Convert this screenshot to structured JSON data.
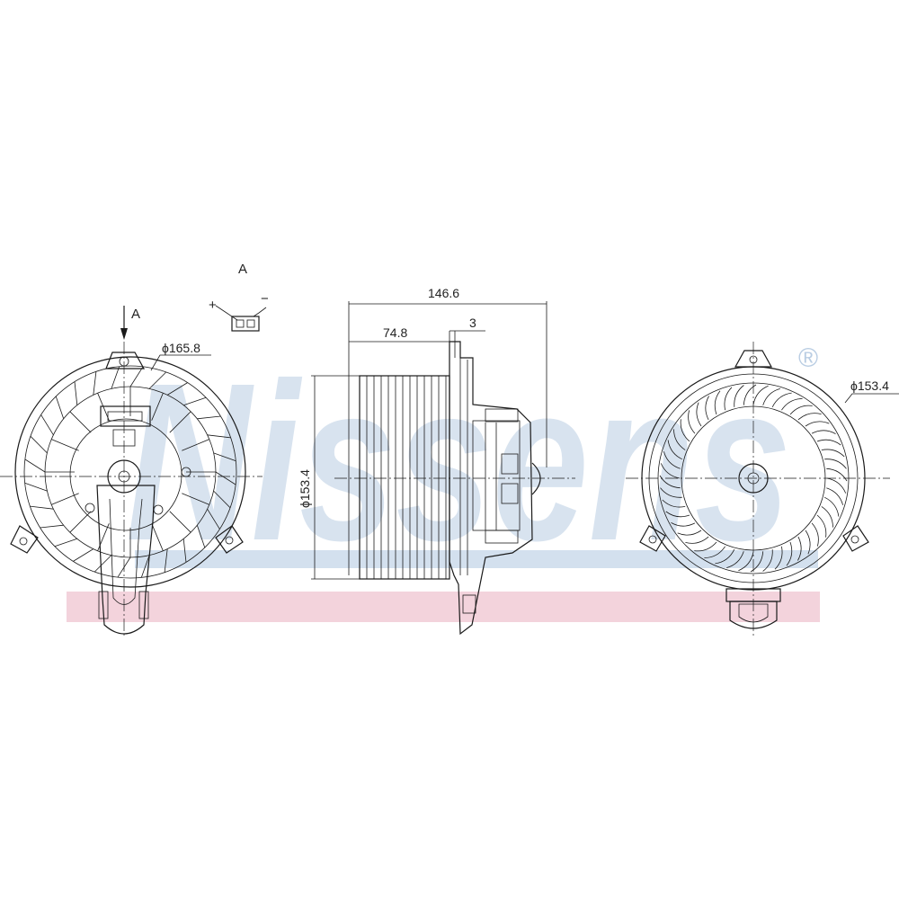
{
  "watermark": {
    "text": "Nissens",
    "registered_mark": "®",
    "blue": "#b9cde3",
    "pink": "#f3d3dc"
  },
  "connector": {
    "view_label": "A",
    "plus_label": "+",
    "minus_label": "−"
  },
  "front_view": {
    "arrow_label": "A",
    "diameter_label": "ϕ165.8"
  },
  "side_view": {
    "overall_length_label": "146.6",
    "wheel_length_label": "74.8",
    "gap_label": "3",
    "wheel_diameter_label": "ϕ153.4"
  },
  "rear_view": {
    "diameter_label": "ϕ153.4"
  },
  "colors": {
    "line": "#1a1a1a",
    "background": "#ffffff"
  }
}
